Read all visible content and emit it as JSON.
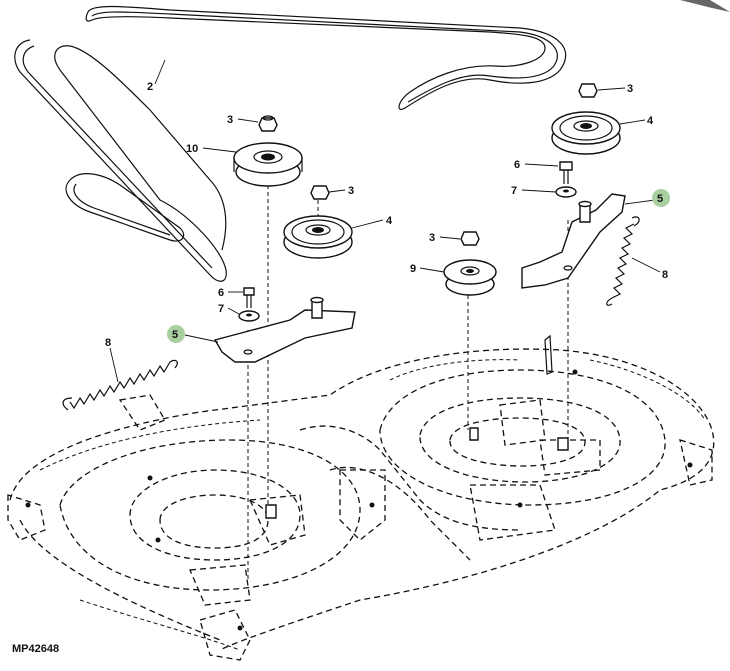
{
  "diagram": {
    "reference_code": "MP42648",
    "callouts": {
      "belt": "2",
      "nut_left": "3",
      "nut_mid": "3",
      "nut_right_top": "3",
      "nut_right_mid": "3",
      "pulley_flat_left": "10",
      "pulley_v_left": "4",
      "pulley_v_right": "4",
      "pulley_flat_right": "9",
      "bolt_left": "6",
      "bolt_right": "6",
      "washer_left": "7",
      "washer_right": "7",
      "arm_left": "5",
      "arm_right": "5",
      "spring_left": "8",
      "spring_right": "8"
    },
    "highlight_color": "#a9cfa0"
  }
}
